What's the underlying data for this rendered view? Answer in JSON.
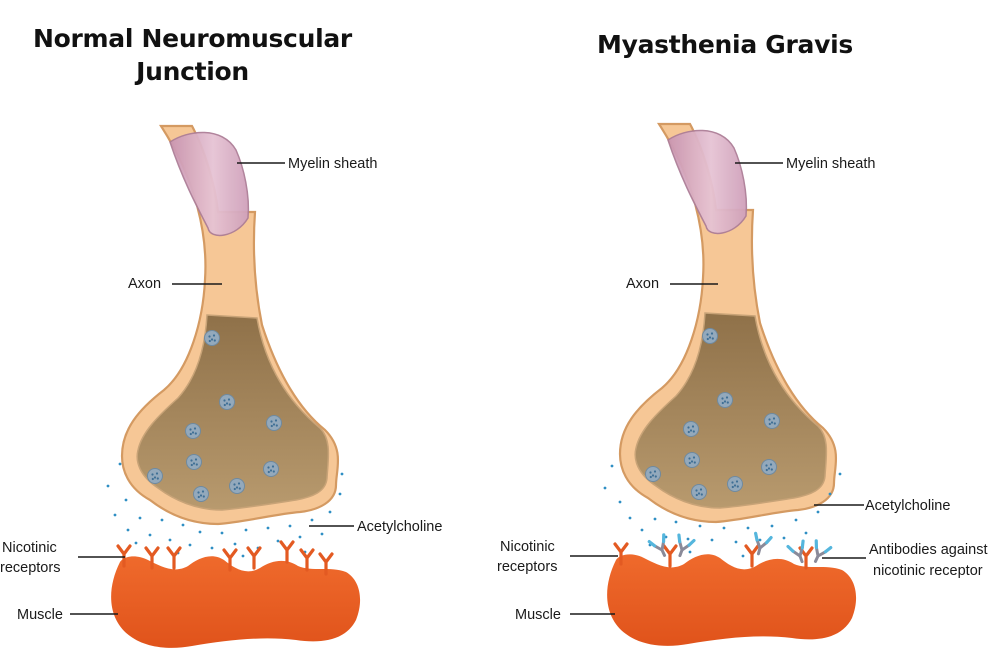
{
  "panels": [
    {
      "title": "Normal Neuromuscular Junction",
      "labels": {
        "myelin_sheath": "Myelin sheath",
        "axon": "Axon",
        "acetylcholine": "Acetylcholine",
        "nicotinic_receptors_line1": "Nicotinic",
        "nicotinic_receptors_line2": "receptors",
        "muscle": "Muscle"
      }
    },
    {
      "title": "Myasthenia Gravis",
      "labels": {
        "myelin_sheath": "Myelin sheath",
        "axon": "Axon",
        "acetylcholine": "Acetylcholine",
        "nicotinic_receptors_line1": "Nicotinic",
        "nicotinic_receptors_line2": "receptors",
        "muscle": "Muscle",
        "antibodies_line1": "Antibodies against",
        "antibodies_line2": "nicotinic receptor"
      }
    }
  ],
  "colors": {
    "axon_fill": "#f6c796",
    "axon_stroke": "#d49a62",
    "terminal_inner": "#a4855c",
    "myelin_fill": "#dcb1c6",
    "vesicle": "#8fa5b8",
    "acetylcholine": "#2f8fc4",
    "muscle": "#e95a21",
    "receptor": "#e35a22",
    "antibody_blue": "#55b6dd",
    "antibody_grey": "#8a8a99"
  }
}
